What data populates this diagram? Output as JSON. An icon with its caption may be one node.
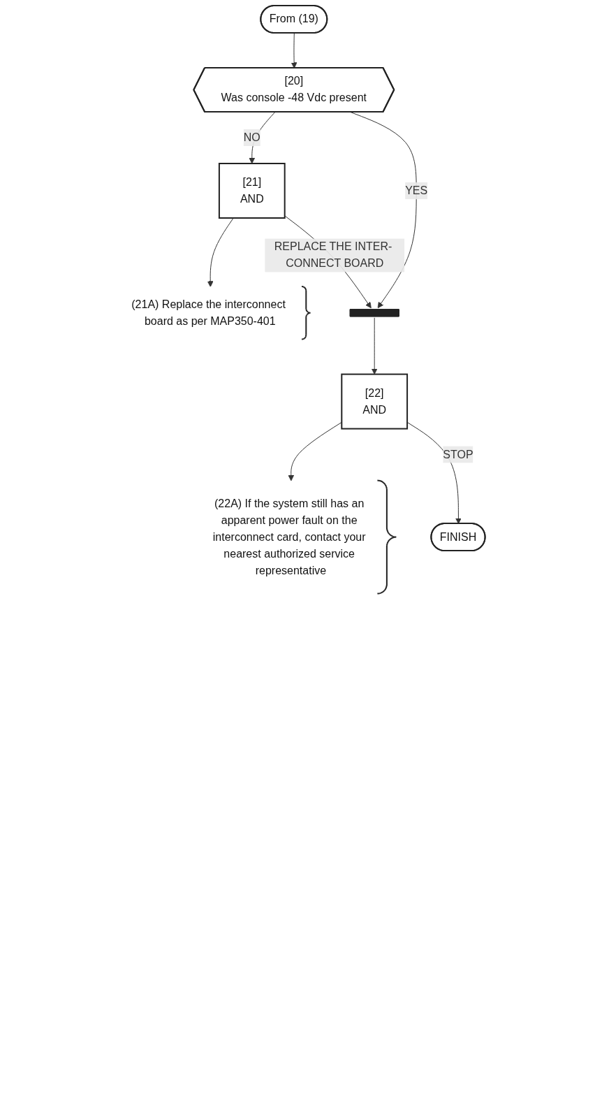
{
  "diagram": {
    "nodes": [
      {
        "text": [
          "From (19)"
        ]
      },
      {
        "text": [
          "[20]",
          "Was console -48 Vdc present"
        ]
      },
      {
        "text": [
          "[21]",
          "AND"
        ]
      },
      {
        "text": [
          "(21A) Replace the interconnect board as per MAP350-401"
        ]
      },
      {
        "text": [],
        "shape": "bar"
      },
      {
        "text": [
          "[22]",
          "AND"
        ]
      },
      {
        "text": [
          "(22A) If the system still has an apparent power fault on the interconnect card, contact your nearest authorized service representative"
        ]
      },
      {
        "text": [
          "FINISH"
        ]
      }
    ],
    "edges": [
      {
        "from": 0,
        "to": 1,
        "arrow": "to"
      },
      {
        "from": 1,
        "to": 2,
        "arrow": "to",
        "label": "NO"
      },
      {
        "from": 1,
        "to": 4,
        "arrow": "to",
        "label": "YES"
      },
      {
        "from": 2,
        "to": 3,
        "arrow": "to"
      },
      {
        "from": 2,
        "to": 4,
        "arrow": "to",
        "label": "REPLACE THE INTER- CONNECT BOARD"
      },
      {
        "from": 4,
        "to": 5,
        "arrow": "to"
      },
      {
        "from": 5,
        "to": 6,
        "arrow": "to"
      },
      {
        "from": 5,
        "to": 7,
        "arrow": "to",
        "label": "STOP"
      }
    ]
  }
}
